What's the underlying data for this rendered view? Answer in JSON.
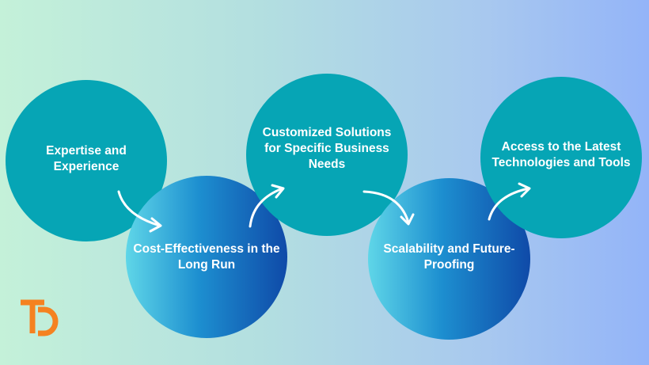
{
  "steps": [
    {
      "label": "Expertise and Experience"
    },
    {
      "label": "Cost-Effectiveness in the Long Run"
    },
    {
      "label": "Customized Solutions for Specific Business Needs"
    },
    {
      "label": "Scalability and Future-Proofing"
    },
    {
      "label": "Access to the Latest Technologies and Tools"
    }
  ],
  "colors": {
    "teal_circle": "#06a5b5",
    "blue_gradient_start": "#5fd6e8",
    "blue_gradient_end": "#0f4aa8",
    "arrow": "#ffffff",
    "logo_orange": "#f58220"
  },
  "logo": {
    "icon": "td-logo-icon"
  }
}
